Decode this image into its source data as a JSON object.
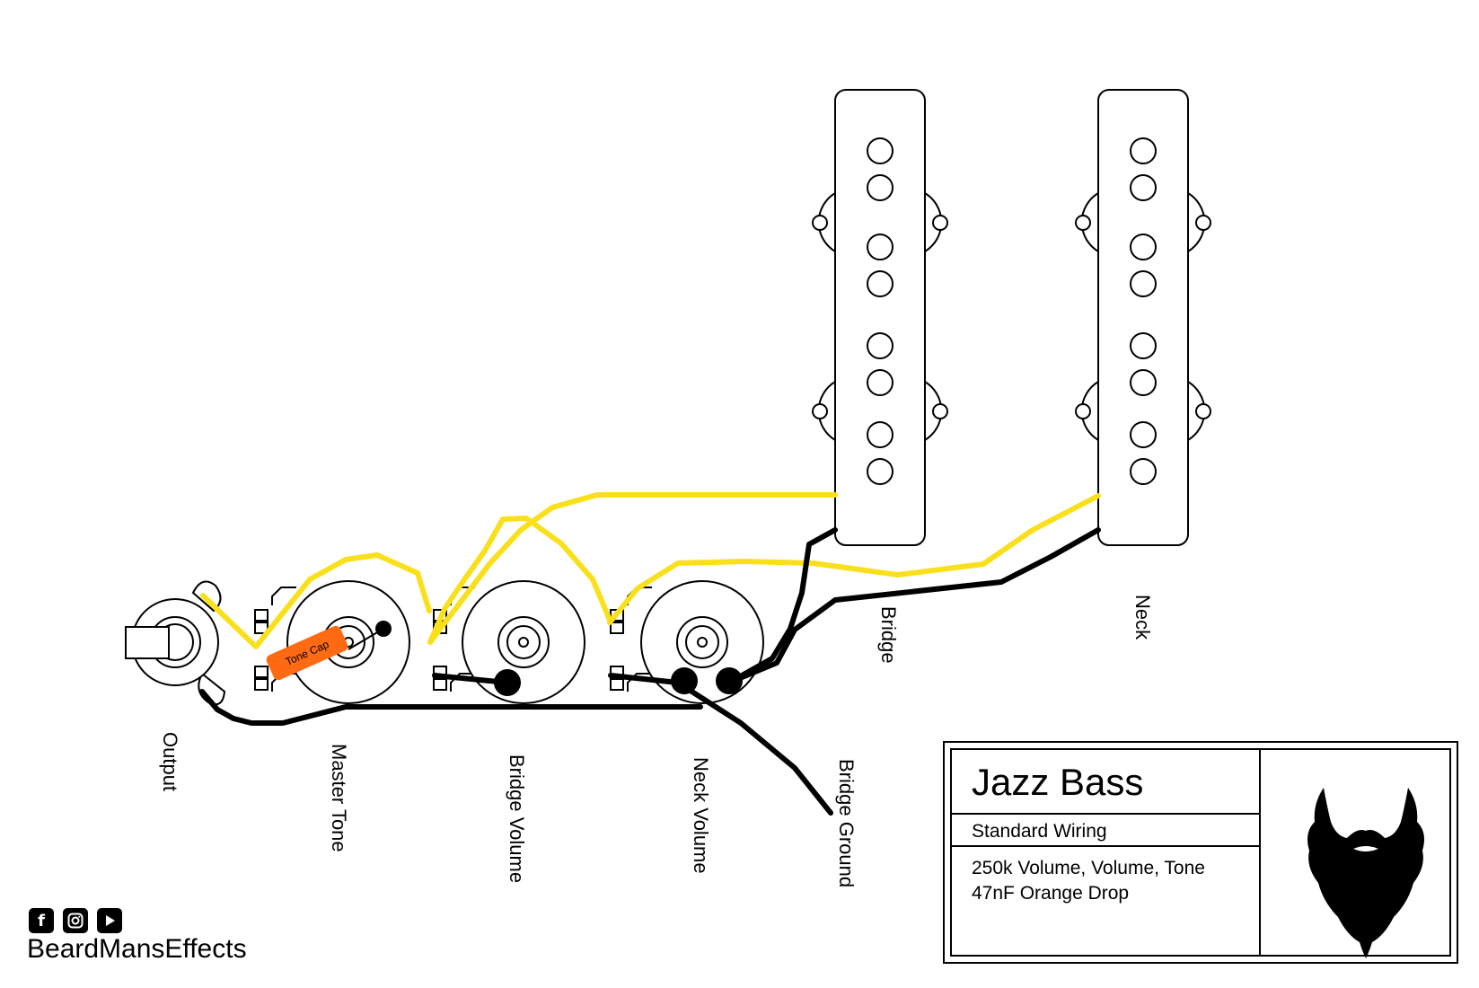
{
  "diagram": {
    "labels": {
      "output": "Output",
      "master_tone": "Master Tone",
      "bridge_volume": "Bridge Volume",
      "neck_volume": "Neck Volume",
      "bridge_ground": "Bridge Ground",
      "bridge_pickup": "Bridge",
      "neck_pickup": "Neck",
      "tone_cap": "Tone Cap"
    },
    "wire_colors": {
      "hot": "#f9e01b",
      "ground": "#000000",
      "capacitor": "#ff6a13"
    }
  },
  "title_block": {
    "title": "Jazz Bass",
    "subtitle": "Standard Wiring",
    "spec_line1": "250k Volume, Volume, Tone",
    "spec_line2": "47nF Orange Drop"
  },
  "footer": {
    "brand": "BeardMansEffects",
    "social_icons": [
      "facebook-icon",
      "instagram-icon",
      "youtube-icon"
    ]
  }
}
